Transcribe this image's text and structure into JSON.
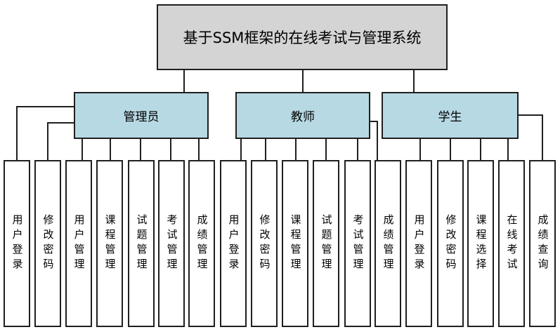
{
  "diagram": {
    "title": "基于SSM框架的在线考试与管理系统",
    "roles": [
      {
        "label": "管理员",
        "children": [
          "用户登录",
          "修改密码",
          "用户管理",
          "课程管理",
          "试题管理",
          "考试管理",
          "成绩管理"
        ]
      },
      {
        "label": "教师",
        "children": [
          "用户登录",
          "修改密码",
          "课程管理",
          "试题管理",
          "考试管理",
          "成绩管理"
        ]
      },
      {
        "label": "学生",
        "children": [
          "用户登录",
          "修改密码",
          "课程选择",
          "在线考试",
          "成绩查询"
        ]
      }
    ],
    "colors": {
      "title_fill": "#d4d4d4",
      "role_fill": "#b7d9e3",
      "leaf_fill": "#ffffff",
      "border": "#1f1f1f",
      "line": "#1f1f1f",
      "text": "#000000",
      "background": "#ffffff"
    }
  }
}
